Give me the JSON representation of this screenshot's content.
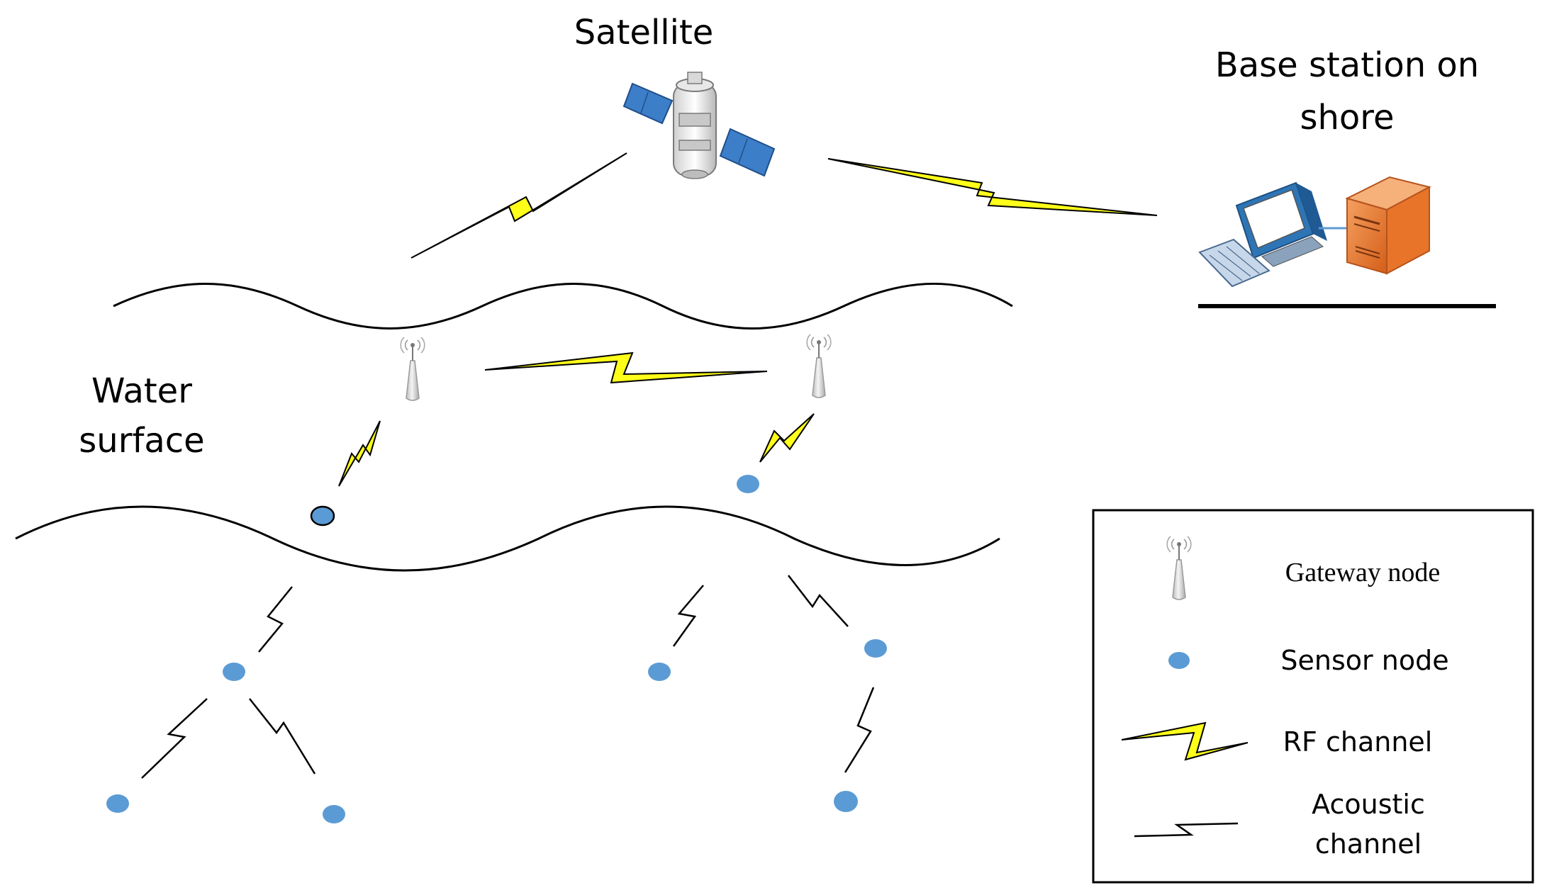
{
  "labels": {
    "satellite": "Satellite",
    "base_station_line1": "Base station on",
    "base_station_line2": "shore",
    "water_line1": "Water",
    "water_line2": "surface"
  },
  "legend": {
    "gateway": "Gateway node",
    "sensor": "Sensor node",
    "rf": "RF channel",
    "acoustic_line1": "Acoustic",
    "acoustic_line2": "channel"
  },
  "colors": {
    "rf_fill": "#ffff1a",
    "sensor_fill": "#5b9bd5",
    "satellite_panel": "#3d7ec8",
    "monitor": "#2e75b6",
    "server": "#e8742a"
  }
}
